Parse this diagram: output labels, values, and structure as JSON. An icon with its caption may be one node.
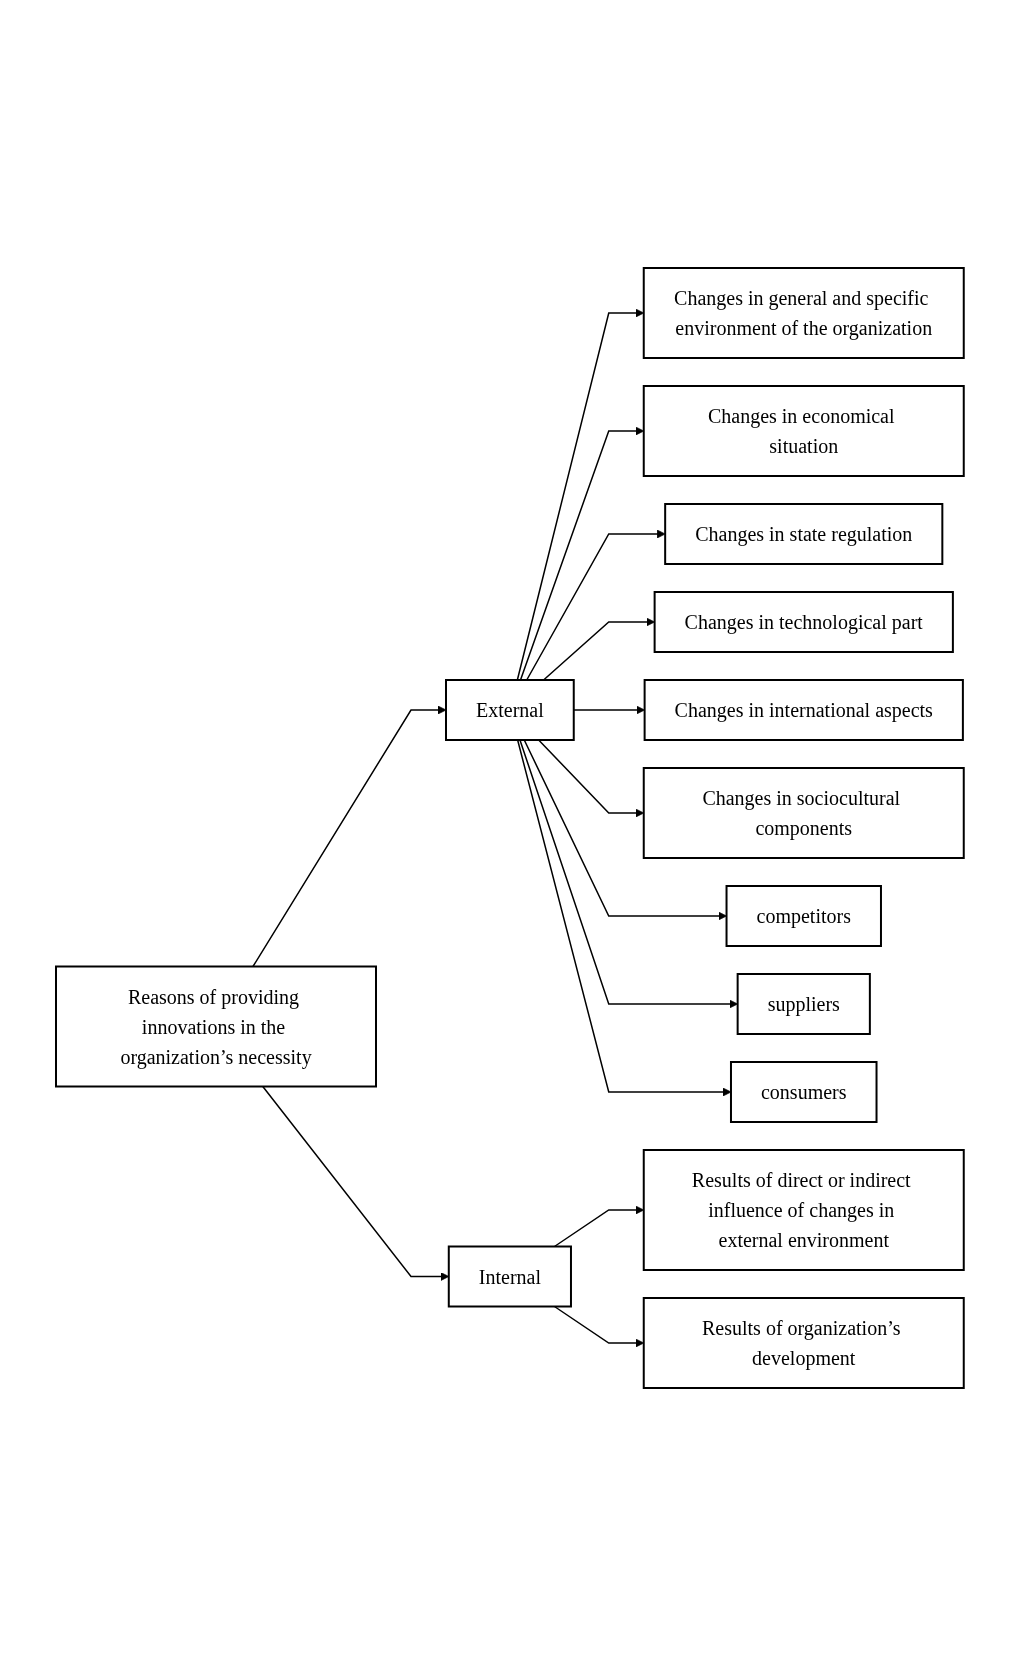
{
  "diagram": {
    "nodes": [
      {
        "text": [
          "Reasons of providing innovations in the organization’s necessity"
        ]
      },
      {
        "text": [
          "External"
        ]
      },
      {
        "text": [
          "Internal"
        ]
      },
      {
        "text": [
          "Changes in general and specific environment of the organization"
        ]
      },
      {
        "text": [
          "Results of direct or indirect influence of changes in external environment"
        ]
      },
      {
        "text": [
          "Changes in economical situation"
        ]
      },
      {
        "text": [
          "Changes in state regulation"
        ]
      },
      {
        "text": [
          "Results of organization’s development"
        ]
      },
      {
        "text": [
          "Changes in technological part"
        ]
      },
      {
        "text": [
          "Changes in international aspects"
        ]
      },
      {
        "text": [
          "Changes in sociocultural components"
        ]
      },
      {
        "text": [
          "competitors"
        ]
      },
      {
        "text": [
          "suppliers"
        ]
      },
      {
        "text": [
          "consumers"
        ]
      }
    ],
    "edges": [
      {
        "from": 0,
        "to": 1,
        "arrow": "to"
      },
      {
        "from": 0,
        "to": 2,
        "arrow": "to"
      },
      {
        "from": 1,
        "to": 3,
        "arrow": "to"
      },
      {
        "from": 1,
        "to": 5,
        "arrow": "to"
      },
      {
        "from": 1,
        "to": 6,
        "arrow": "to"
      },
      {
        "from": 1,
        "to": 8,
        "arrow": "to"
      },
      {
        "from": 1,
        "to": 9,
        "arrow": "to"
      },
      {
        "from": 1,
        "to": 10,
        "arrow": "to"
      },
      {
        "from": 1,
        "to": 11,
        "arrow": "to"
      },
      {
        "from": 1,
        "to": 12,
        "arrow": "to"
      },
      {
        "from": 1,
        "to": 13,
        "arrow": "to"
      },
      {
        "from": 2,
        "to": 4,
        "arrow": "to"
      },
      {
        "from": 2,
        "to": 7,
        "arrow": "to"
      }
    ]
  }
}
